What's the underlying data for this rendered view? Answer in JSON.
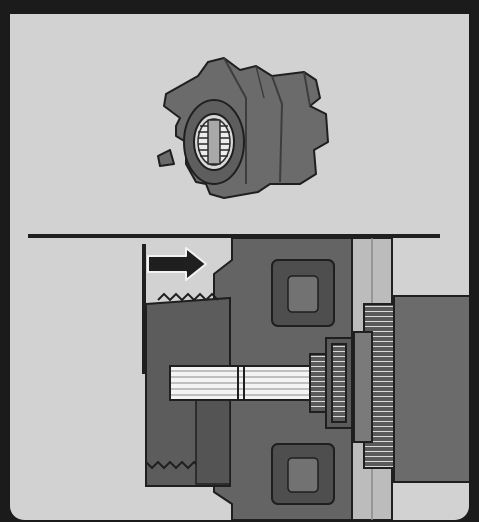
{
  "figure": {
    "top_view": "knob-part",
    "bottom_view": "knob-installation-cross-section",
    "arrow_direction": "right",
    "colors": {
      "frame": "#1b1b1b",
      "panel": "#d2d2d2",
      "outline": "#1f1f1f",
      "knob_fill": "#6b6b6b",
      "housing_fill": "#646464",
      "housing_dark": "#4e4e4e",
      "shaft_fill": "#f4f4f4",
      "wall_fill": "#bcbcbc"
    }
  }
}
